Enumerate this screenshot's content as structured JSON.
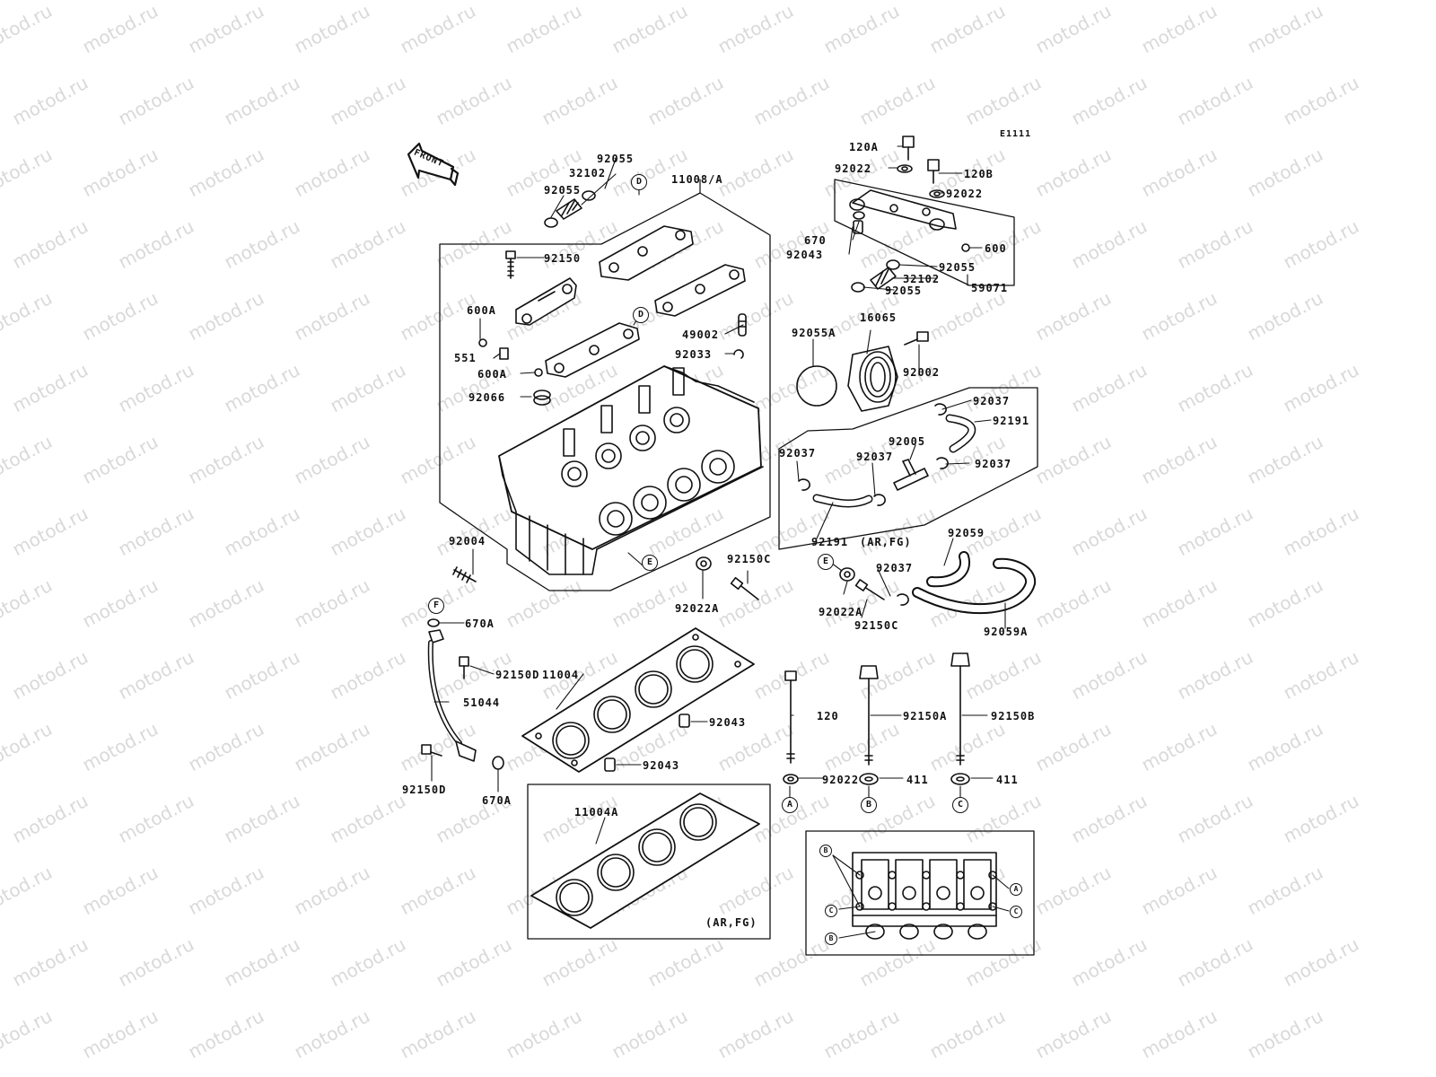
{
  "watermark": "motod.ru",
  "diagram_code": "E1111",
  "front_label": "FRONT",
  "labels": {
    "p11008A": "11008/A",
    "p92055_top": "92055",
    "p32102_top": "32102",
    "p92055_topleft": "92055",
    "p92150": "92150",
    "p600A_1": "600A",
    "p551": "551",
    "p600A_2": "600A",
    "p49002": "49002",
    "p92033": "92033",
    "p92066": "92066",
    "p92004": "92004",
    "p92022A_left": "92022A",
    "p92150C_left": "92150C",
    "p670A_top": "670A",
    "p92150D_mid": "92150D",
    "p11004": "11004",
    "p51044": "51044",
    "p92043_a": "92043",
    "p92043_b": "92043",
    "p92150D_bot": "92150D",
    "p670A_bot": "670A",
    "p11004A": "11004A",
    "p_arfg_gasket": "(AR,FG)",
    "p120A": "120A",
    "p92022_top": "92022",
    "p120B": "120B",
    "p92022_mid": "92022",
    "p670": "670",
    "p92043_top": "92043",
    "p600": "600",
    "p92055_r1": "92055",
    "p32102_r": "32102",
    "p92055_r2": "92055",
    "p59071": "59071",
    "p92055A": "92055A",
    "p16065": "16065",
    "p92002": "92002",
    "p92037_a": "92037",
    "p92191_a": "92191",
    "p92037_b": "92037",
    "p92037_c": "92037",
    "p92005": "92005",
    "p92037_d": "92037",
    "p92191_b": "92191",
    "p_arfg_hose": "(AR,FG)",
    "p92059": "92059",
    "p92037_e": "92037",
    "p92022A_right": "92022A",
    "p92150C_right": "92150C",
    "p92059A": "92059A",
    "p120": "120",
    "p92150A": "92150A",
    "p92150B": "92150B",
    "p92022_bot": "92022",
    "p411_a": "411",
    "p411_b": "411"
  },
  "refs": {
    "D1": "D",
    "D2": "D",
    "E1": "E",
    "E2": "E",
    "F": "F",
    "A": "A",
    "B": "B",
    "C": "C",
    "plan_B1": "B",
    "plan_C1": "C",
    "plan_B2": "B",
    "plan_A": "A",
    "plan_C2": "C"
  }
}
